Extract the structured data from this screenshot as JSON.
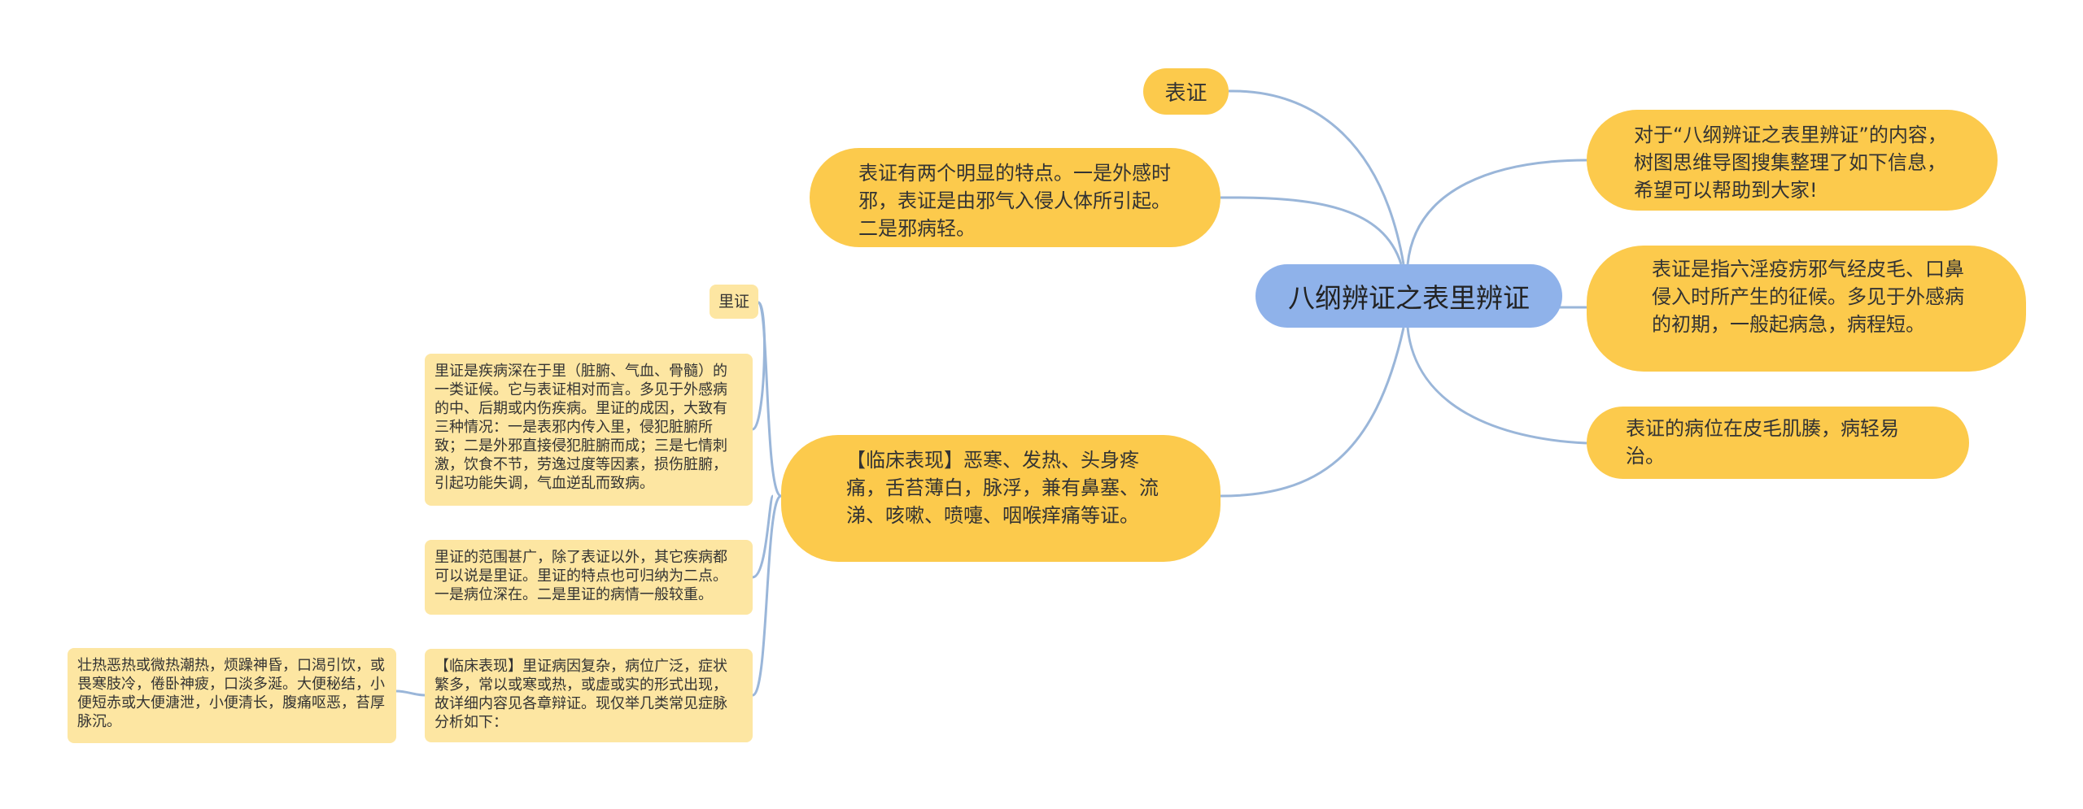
{
  "center": "八纲辨证之表里辨证",
  "right_nodes": [
    "对于“八纲辨证之表里辨证”的内容，树图思维导图搜集整理了如下信息，希望可以帮助到大家!",
    "表证是指六淫疫疠邪气经皮毛、口鼻侵入时所产生的征候。多见于外感病的初期，一般起病急，病程短。",
    "表证的病位在皮毛肌腠，病轻易治。"
  ],
  "left_nodes": {
    "biaozheng_label": "表证",
    "biaozheng_features": "表证有两个明显的特点。一是外感时邪，表证是由邪气入侵人体所引起。二是邪病轻。",
    "clinical": "【临床表现】恶寒、发热、头身疼痛，舌苔薄白，脉浮，兼有鼻塞、流涕、咳嗽、喷嚏、咽喉痒痛等证。"
  },
  "lizheng": {
    "label": "里证",
    "definition": "里证是疾病深在于里（脏腑、气血、骨髓）的一类证候。它与表证相对而言。多见于外感病的中、后期或内伤疾病。里证的成因，大致有三种情况：一是表邪内传入里，侵犯脏腑所致；二是外邪直接侵犯脏腑而成；三是七情刺激，饮食不节，劳逸过度等因素，损伤脏腑，引起功能失调，气血逆乱而致病。",
    "scope": "里证的范围甚广，除了表证以外，其它疾病都可以说是里证。里证的特点也可归纳为二点。一是病位深在。二是里证的病情一般较重。",
    "clinical": "【临床表现】里证病因复杂，病位广泛，症状繁多，常以或寒或热，或虚或实的形式出现，故详细内容见各章辩证。现仅举几类常见症脉分析如下：",
    "symptoms": "壮热恶热或微热潮热，烦躁神昏，口渴引饮，或畏寒肢冷，倦卧神疲，口淡多涎。大便秘结，小便短赤或大便溏泄，小便清长，腹痛呕恶，苔厚脉沉。"
  },
  "colors": {
    "center_fill": "#8fb2ea",
    "main_fill": "#fcca4c",
    "leaf_fill": "#fde6a2",
    "link": "#9ab6d9"
  }
}
